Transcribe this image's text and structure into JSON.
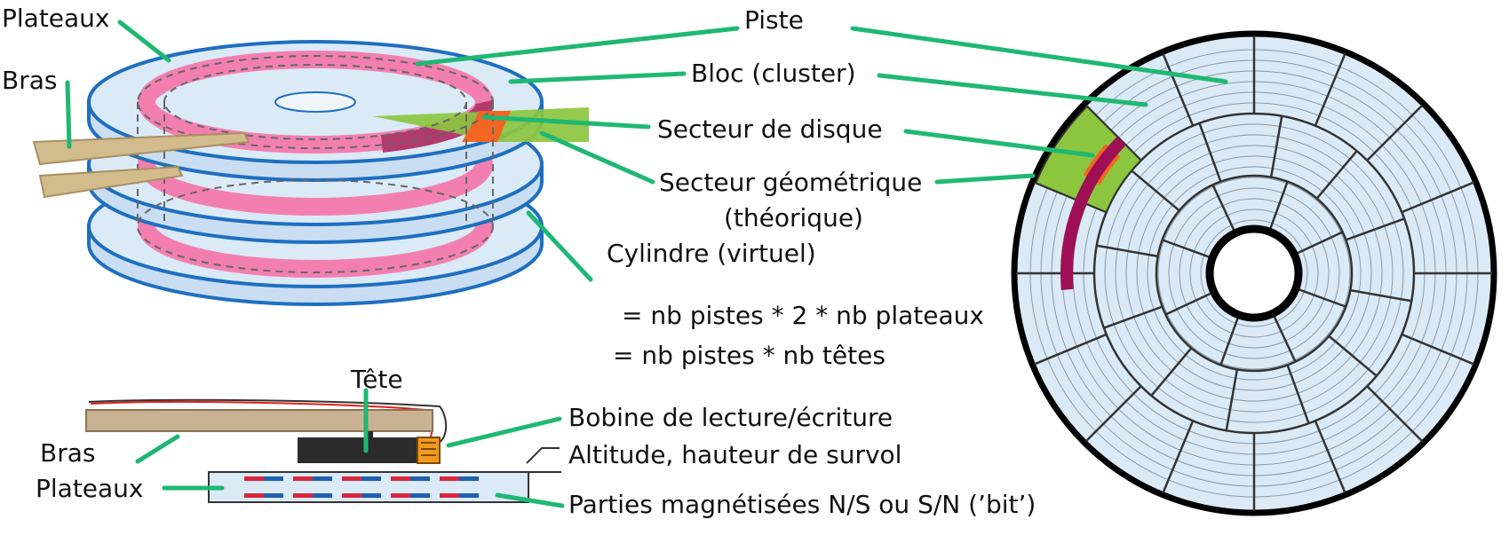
{
  "labels": {
    "plateaux_top": "Plateaux",
    "bras_top": "Bras",
    "piste": "Piste",
    "bloc": "Bloc (cluster)",
    "secteur_disque": "Secteur de disque",
    "secteur_geo_1": "Secteur géométrique",
    "secteur_geo_2": "(théorique)",
    "cylindre_1": "Cylindre (virtuel)",
    "cylindre_2": "= nb pistes * 2 * nb plateaux",
    "cylindre_3": "=  nb pistes * nb têtes",
    "tete": "Tête",
    "bobine": "Bobine de lecture/écriture",
    "altitude": "Altitude, hauteur de survol",
    "bras_bottom": "Bras",
    "plateaux_bottom": "Plateaux",
    "parties": "Parties magnétisées N/S ou S/N (’bit’)"
  },
  "colors": {
    "leader": "#1fb873",
    "platter_fill": "#dbeaf7",
    "platter_edge": "#1f6fc0",
    "track": "#f37fb0",
    "block": "#9e0f55",
    "geometric_sector": "#8cc63f",
    "disk_sector": "#f26522",
    "arm": "#d2bb8c",
    "head": "#2b2b2b",
    "magnet_red": "#d7263d",
    "magnet_blue": "#1f5fb0"
  }
}
